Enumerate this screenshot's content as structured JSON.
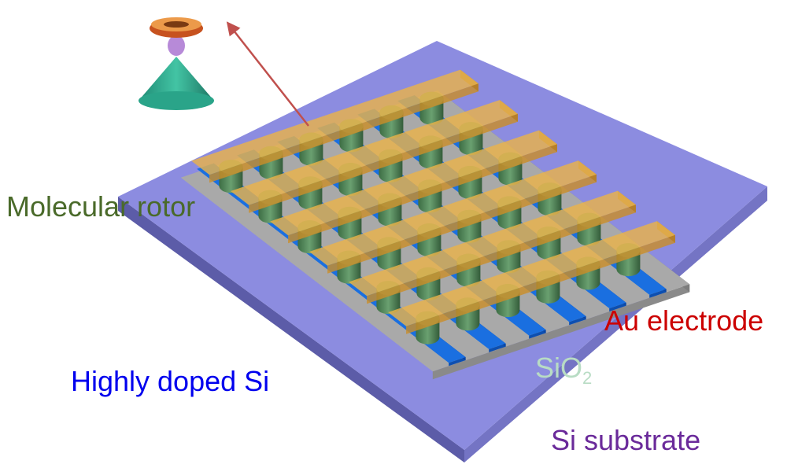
{
  "labels": {
    "molecular_rotor": "Molecular rotor",
    "au_electrode": "Au electrode",
    "highly_doped_si": "Highly doped Si",
    "sio2_main": "SiO",
    "sio2_sub": "2",
    "si_substrate": "Si substrate"
  },
  "colors": {
    "substrate_top": "#8c8ce0",
    "substrate_side": "#6a6ab8",
    "sio2_gray": "#a9a9a9",
    "si_line_blue": "#1a6fe0",
    "au_gold": "#e9b24a",
    "rotor_green": "#4f8a55",
    "arrow": "#c0504d",
    "label_rotor": "#4a6a2a",
    "label_au": "#cc0000",
    "label_si": "#0000ee",
    "label_sio2": "#b8dcc4",
    "label_sub": "#6a2a9a"
  },
  "diagram": {
    "grid_rows": 6,
    "grid_cols": 6,
    "rotor_icon": "molecular-rotor-icon"
  }
}
